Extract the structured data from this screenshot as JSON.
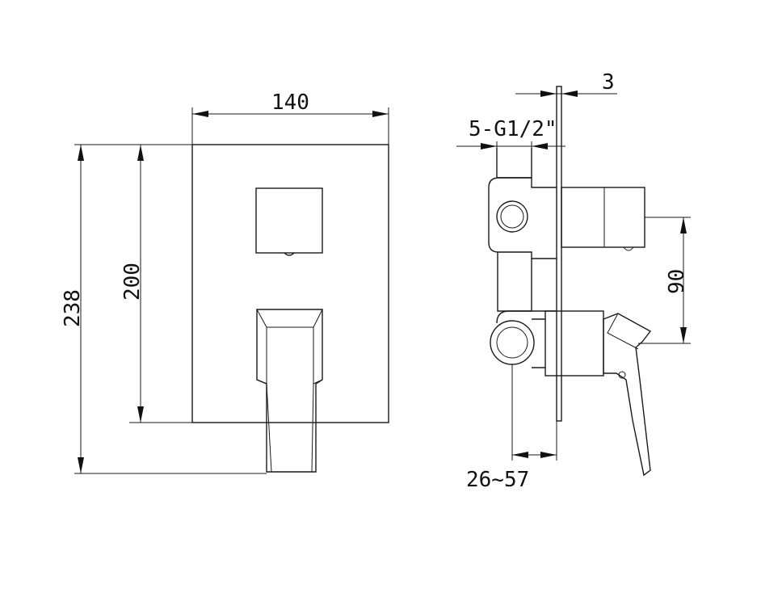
{
  "dimensions": {
    "width_140": "140",
    "height_238": "238",
    "height_200": "200",
    "thread": "5-G1/2\"",
    "plate_3": "3",
    "offset_90": "90",
    "depth_range": "26~57"
  }
}
